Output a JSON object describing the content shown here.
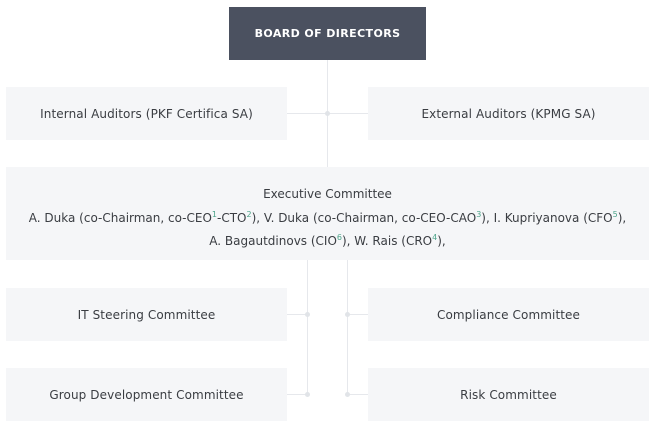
{
  "board": {
    "label": "BOARD OF DIRECTORS"
  },
  "auditors": {
    "internal": "Internal Auditors (PKF Certifica SA)",
    "external": "External Auditors (KPMG SA)"
  },
  "executive": {
    "title": "Executive Committee",
    "m1_name": "A. Duka (co-Chairman, co-CEO",
    "m1_n1": "1",
    "m1_sep": "-CTO",
    "m1_n2": "2",
    "m2_name": "), V. Duka (co-Chairman, co-CEO-CAO",
    "m2_n": "3",
    "m3_name": "), I. Kupriyanova (CFO",
    "m3_n": "5",
    "m3_end": "),",
    "m4_name": "A. Bagautdinovs (CIO",
    "m4_n": "6",
    "m5_name": "), W. Rais (CRO",
    "m5_n": "4",
    "m5_end": "),"
  },
  "committees": {
    "it_steering": "IT Steering Committee",
    "compliance": "Compliance Committee",
    "group_development": "Group Development Committee",
    "risk": "Risk Committee"
  },
  "colors": {
    "board_bg": "#4b5160",
    "box_bg": "#f5f6f8",
    "connector": "#e6e8ec",
    "footnote": "#4da48a"
  }
}
